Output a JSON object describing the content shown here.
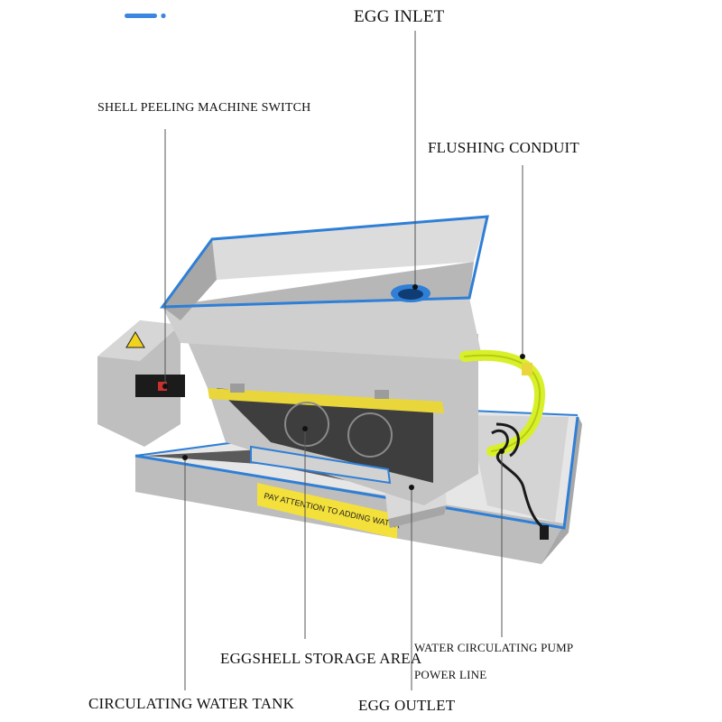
{
  "labels": {
    "egg_inlet": "EGG INLET",
    "switch": "SHELL PEELING MACHINE SWITCH",
    "flushing_conduit": "FLUSHING CONDUIT",
    "eggshell_storage": "EGGSHELL STORAGE AREA",
    "pump_line_1": "WATER CIRCULATING PUMP",
    "pump_line_2": "POWER LINE",
    "water_tank": "CIRCULATING WATER TANK",
    "egg_outlet": "EGG OUTLET"
  },
  "machine": {
    "warning_text": "PAY ATTENTION TO ADDING WATER"
  },
  "colors": {
    "steel": "#c9c9c9",
    "steel_dark": "#9a9a9a",
    "trim_blue": "#2f7fd6",
    "hose_yellow": "#d8f02a",
    "warning_yellow": "#f4e03a",
    "cable": "#1a1a1a"
  },
  "icons": {
    "top_left_mark": "blue-dash-icon"
  }
}
